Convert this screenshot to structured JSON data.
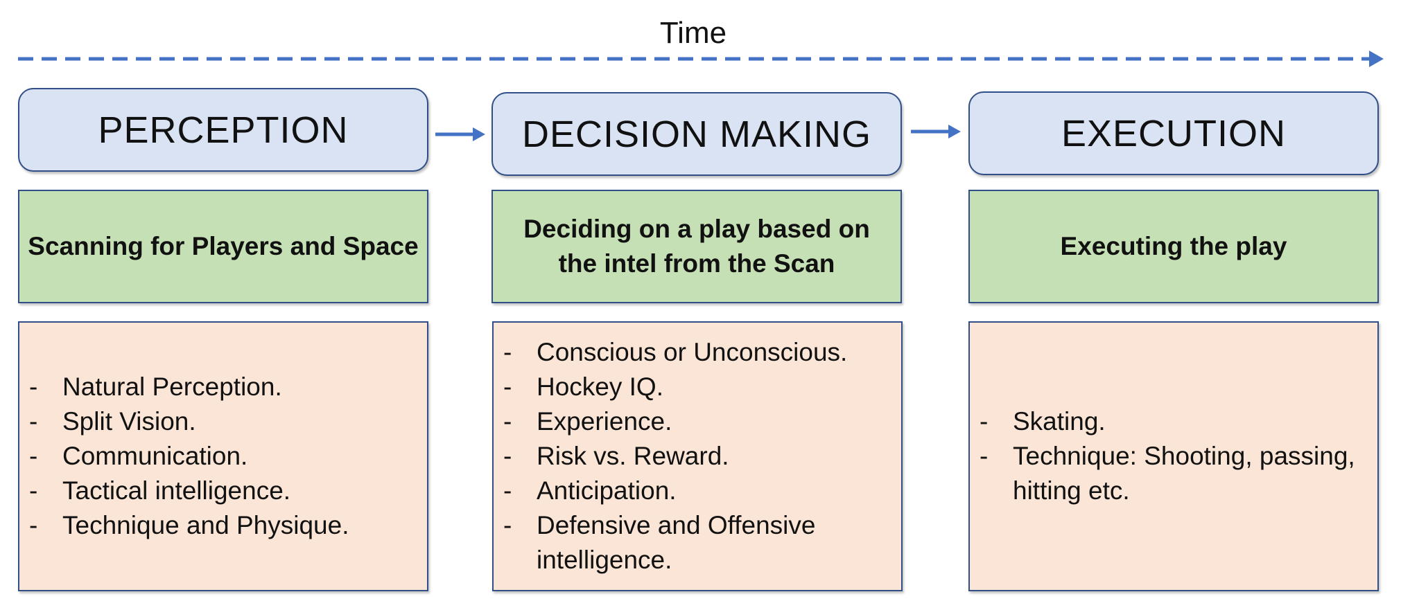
{
  "timeline": {
    "label": "Time",
    "color": "#4472c4"
  },
  "phases": [
    {
      "title": "PERCEPTION",
      "description": "Scanning for Players and Space",
      "items": [
        "Natural Perception.",
        "Split Vision.",
        "Communication.",
        "Tactical intelligence.",
        "Technique and Physique."
      ]
    },
    {
      "title": "DECISION MAKING",
      "description": "Deciding on a play based on the intel from the Scan",
      "items": [
        "Conscious or Unconscious.",
        "Hockey IQ.",
        "Experience.",
        "Risk vs. Reward.",
        "Anticipation.",
        "Defensive and Offensive intelligence."
      ]
    },
    {
      "title": "EXECUTION",
      "description": "Executing the play",
      "items": [
        "Skating.",
        "Technique: Shooting, passing, hitting etc."
      ]
    }
  ],
  "bullet_marker": "-",
  "colors": {
    "phase_fill": "#dae3f3",
    "description_fill": "#c5e0b4",
    "list_fill": "#fbe5d6",
    "border": "#2f4f86",
    "arrow": "#4472c4"
  }
}
